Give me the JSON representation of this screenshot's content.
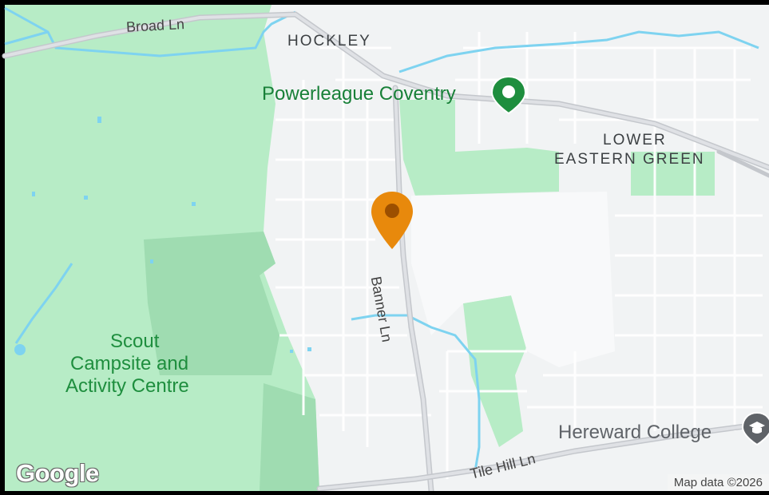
{
  "map": {
    "places": {
      "hockley": "HOCKLEY",
      "lower_eastern_green_1": "LOWER",
      "lower_eastern_green_2": "EASTERN GREEN"
    },
    "parks": {
      "scout_1": "Scout",
      "scout_2": "Campsite and",
      "scout_3": "Activity Centre"
    },
    "pois": {
      "powerleague": "Powerleague Coventry",
      "hereward": "Hereward College"
    },
    "roads": {
      "broad_ln": "Broad Ln",
      "banner_ln": "Banner Ln",
      "tile_hill_ln": "Tile Hill Ln"
    },
    "marker_icon": "location-pin-icon",
    "colors": {
      "marker": "#e8890c",
      "park": "#b7ecc6",
      "urban": "#f1f3f4",
      "water": "#7ed3f0",
      "poi_green": "#188038"
    }
  },
  "footer": {
    "logo": "Google",
    "attribution": "Map data ©2026"
  }
}
